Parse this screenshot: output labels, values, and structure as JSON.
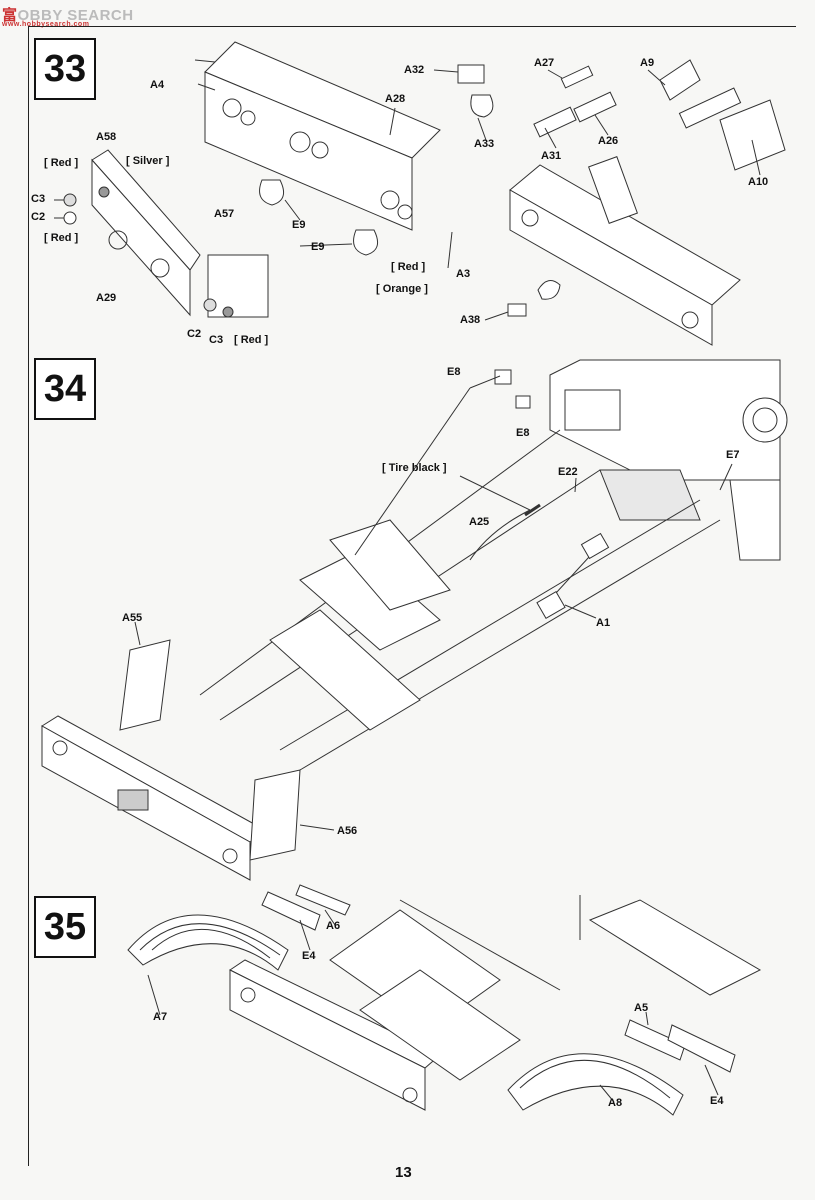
{
  "watermark": {
    "logo": "富",
    "text": "OBBY SEARCH",
    "sub": "www.hobbysearch.com"
  },
  "steps": [
    {
      "number": "33"
    },
    {
      "number": "34"
    },
    {
      "number": "35"
    }
  ],
  "step33": {
    "labels": {
      "a4": "A4",
      "a28": "A28",
      "a32": "A32",
      "a33": "A33",
      "a27": "A27",
      "a31": "A31",
      "a26": "A26",
      "a9": "A9",
      "a10": "A10",
      "a58": "A58",
      "red1": "[ Red ]",
      "silver": "[ Silver ]",
      "c3": "C3",
      "c2": "C2",
      "red2": "[ Red ]",
      "a29": "A29",
      "a57": "A57",
      "c2b": "C2",
      "c3b": "C3",
      "red3": "[ Red ]",
      "e9a": "E9",
      "e9b": "E9",
      "red4": "[ Red ]",
      "a3": "A3",
      "orange": "[ Orange ]",
      "a38": "A38"
    }
  },
  "step34": {
    "labels": {
      "e8a": "E8",
      "e8b": "E8",
      "tire_black": "[ Tire black ]",
      "e22": "E22",
      "e7": "E7",
      "a25": "A25",
      "a1": "A1",
      "a55": "A55",
      "a56": "A56"
    }
  },
  "step35": {
    "labels": {
      "a6": "A6",
      "e4a": "E4",
      "a7": "A7",
      "a5": "A5",
      "e4b": "E4",
      "a8": "A8"
    }
  },
  "page_number": "13"
}
